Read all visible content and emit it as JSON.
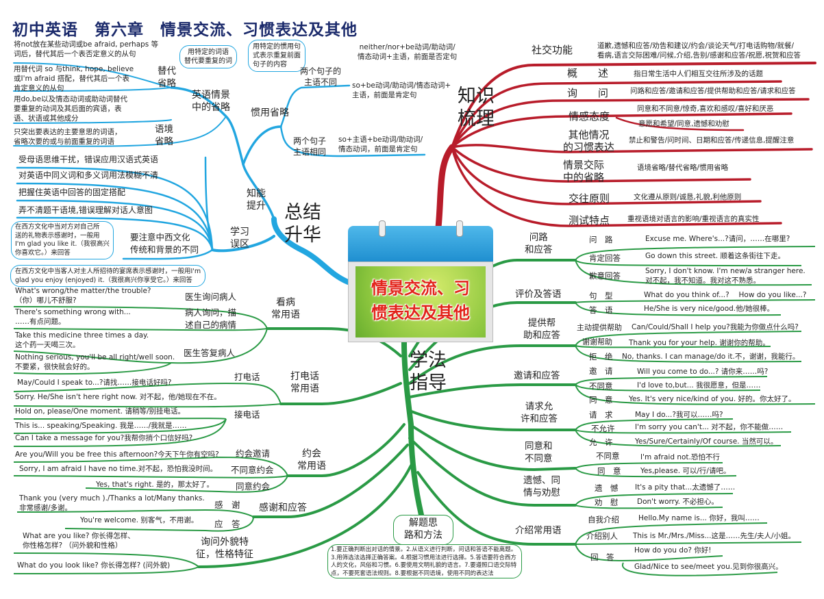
{
  "title": "初中英语　第六章　情景交流、习惯表达及其他",
  "center_card": {
    "title": "情景交流、习\n惯表达及其他"
  },
  "colors": {
    "knowledge": "#b81c2a",
    "methods": "#2a9a45",
    "summary": "#22a6e0",
    "title": "#1b2a6b"
  },
  "knowledge": {
    "label": "知识\n梳理",
    "items": [
      {
        "label": "社交功能",
        "text": [
          "道歉,遗憾和应答/劝告和建议/约会/谈论天气/打电话购物/就餐/\n看病,语言交际困难/问候,介绍,告别/感谢和应答/祝愿,祝贺和应答"
        ]
      },
      {
        "label": "概　　述",
        "text": [
          "指日常生活中人们相互交往所涉及的话题"
        ]
      },
      {
        "label": "询　　问",
        "text": [
          "问路和应答/邀请和应答/提供帮助和应答/请求和应答"
        ]
      },
      {
        "label": "情感态度",
        "text": [
          "同意和不同意/惊奇,喜欢和感叹/喜好和厌恶",
          "意愿和希望/同意,遗憾和劝慰"
        ]
      },
      {
        "label": "其他情况\n的习惯表达",
        "text": [
          "禁止和警告/问时间、日期和应答/传递信息,提醒注意"
        ]
      },
      {
        "label": "情景交际\n中的省略",
        "text": [
          "语境省略/替代省略/惯用省略"
        ]
      },
      {
        "label": "交往原则",
        "text": [
          "文化遵从原则/诚恳,礼貌,利他原则"
        ]
      },
      {
        "label": "测试特点",
        "text": [
          "重视语境对语言的影响/重视语言的真实性"
        ]
      }
    ]
  },
  "summary": {
    "label": "总结\n升华",
    "ability": {
      "label": "知能\n提升",
      "ellipsis": {
        "label": "英语情景\n中的省略",
        "substitution": {
          "label": "替代\n省略",
          "note": "用特定的词语\n替代要重复的词",
          "items": [
            "将not放在某些动词或be afraid, perhaps 等\n词后，替代其后一个表否定意义的从句",
            "用替代词 so 与think, hope, believe\n或I'm  afraid 搭配，替代其后一个表\n肯定意义的从句",
            "用do,be以及情态动词或助动词替代\n要重复的动词及其后面的宾语，表\n语、状语或其他成分"
          ]
        },
        "context": {
          "label": "语境\n省略",
          "items": [
            "只突出要表达的主要意思的词语，\n省略次要的或与前面重复的词语"
          ]
        },
        "idiomatic": {
          "label": "惯用省略",
          "note": "用特定的惯用句\n式表示重复前面\n句子的内容",
          "different_subject": {
            "label": "两个句子的\n主语不同",
            "items": [
              "neither/nor+be动词/助动词/\n情态动词+主语，前面是否定句",
              "so+be动词/助动词/情态动词+\n主语，前面是肯定句"
            ]
          },
          "same_subject": {
            "label": "两个句子\n主语相同",
            "items": [
              "so+主语+be动词/助动词/\n情态动词，前面是肯定句"
            ]
          }
        }
      }
    },
    "mistakes": {
      "label": "学习\n误区",
      "items": [
        "受母语思维干扰，错误应用汉语式英语",
        "对英语中同义词和多义词用法模糊不清",
        "把握住英语中回答的固定搭配",
        "弄不清题干语境,错误理解对话人意图"
      ],
      "culture": {
        "label": "要注意中西文化\n传统和背景的不同",
        "items": [
          "在西方文化中当对方对自己所\n送的礼物表示感谢时，一般用\nI'm glad you like it.（我很高兴\n你喜欢它。）来回答",
          "在西方文化中当客人对主人所招待的宴席表示感谢时，一般用I'm\nglad you enjoy (enjoyed) it.（我很高兴你享受它。）来回答"
        ]
      }
    }
  },
  "methods": {
    "label": "学法\n指导",
    "right": [
      {
        "label": "问路\n和应答",
        "rows": [
          {
            "k": "问　路",
            "v": "Excuse me. Where's...?请问，……在哪里?"
          },
          {
            "k": "肯定回答",
            "v": "Go down this street. 顺着这条街往下走。"
          },
          {
            "k": "歉意回答",
            "v": "Sorry, I don't know. I'm new/a stranger here.\n对不起，我不知道。我对这不熟悉。"
          }
        ]
      },
      {
        "label": "评价及答语",
        "rows": [
          {
            "k": "句　型",
            "v": "What do you think of...?　 How do you like...?"
          },
          {
            "k": "答　语",
            "v": "He/She is very nice/good.他/她很棒。"
          }
        ]
      },
      {
        "label": "提供帮\n助和应答",
        "rows": [
          {
            "k": "主动提供帮助",
            "v": "Can/Could/Shall I help you?我能为你做点什么吗?"
          },
          {
            "k": "谢谢帮助",
            "v": "Thank you for your help. 谢谢你的帮助。"
          },
          {
            "k": "拒　绝",
            "v": "No, thanks. I can manage/do it.不，谢谢，我能行。"
          }
        ]
      },
      {
        "label": "邀请和应答",
        "rows": [
          {
            "k": "邀　请",
            "v": "Will you come to do...? 请你来……吗?"
          },
          {
            "k": "不同意",
            "v": "I'd love to,but... 我很愿意，但是……"
          },
          {
            "k": "同　意",
            "v": "Yes. It's very nice/kind of you. 好的。你太好了。"
          }
        ]
      },
      {
        "label": "请求允\n许和应答",
        "rows": [
          {
            "k": "请　求",
            "v": "May I do...?我可以……吗?"
          },
          {
            "k": "不允许",
            "v": "I'm sorry you can't...  对不起，你不能做……"
          },
          {
            "k": "允　许",
            "v": "Yes/Sure/Certainly/Of course. 当然可以。"
          }
        ]
      },
      {
        "label": "同意和\n不同意",
        "rows": [
          {
            "k": "不同意",
            "v": "I'm afraid not.恐怕不行"
          },
          {
            "k": "同　意",
            "v": "Yes,please.  可以/行/请吧。"
          }
        ]
      },
      {
        "label": "遗憾、同\n情与劝慰",
        "rows": [
          {
            "k": "遗　憾",
            "v": "It's a pity that...太遗憾了……"
          },
          {
            "k": "劝　慰",
            "v": "Don't worry. 不必担心。"
          }
        ]
      },
      {
        "label": "介绍常用语",
        "rows": [
          {
            "k": "自我介绍",
            "v": "Hello.My name is... 你好，我叫……"
          },
          {
            "k": "介绍别人",
            "v": "This is Mr./Mrs./Miss...这是……先生/夫人/小姐。"
          },
          {
            "k": "回　答",
            "v": "How do you do? 你好!",
            "v2": "Glad/Nice to see/meet you.见到你很高兴。"
          }
        ]
      }
    ],
    "left": [
      {
        "label": "看病\n常用语",
        "subs": [
          {
            "k": "医生询问病人",
            "v": [
              "What's wrong/the matter/the trouble?\n（你）哪儿不舒服?"
            ]
          },
          {
            "k": "病人询问，描\n述自己的病情",
            "v": [
              "There's something wrong with...\n……有点问题。"
            ]
          },
          {
            "k": "医生答复病人",
            "v": [
              "Take this medicine three times a day.\n这个药一天喝三次。",
              "Nothing serious, you'll be all right/well soon.\n不要紧，很快就会好的。"
            ]
          }
        ]
      },
      {
        "label": "打电话\n常用语",
        "subs": [
          {
            "k": "打电话",
            "v": [
              "May/Could I speak to...?请找……接电话好吗?"
            ]
          },
          {
            "k": "接电话",
            "v": [
              "Sorry. He/She isn't here right now.  对不起，他/她现在不在。",
              "Hold on, please/One moment. 请稍等/别挂电话。",
              "This is... speaking/Speaking. 我是……/我就是……",
              "Can I take a message for you?我帮你捎个口信好吗?"
            ]
          }
        ]
      },
      {
        "label": "约会\n常用语",
        "subs": [
          {
            "k": "约会邀请",
            "v": [
              "Are you/Will you be free this afternoon?今天下午你有空吗?"
            ]
          },
          {
            "k": "不同意约会",
            "v": [
              "Sorry, I am afraid I have no time.对不起，恐怕我没时间。"
            ]
          },
          {
            "k": "同意约会",
            "v": [
              "Yes, that's right. 是的，那太好了。"
            ]
          }
        ]
      },
      {
        "label": "感谢和应答",
        "subs": [
          {
            "k": "感　谢",
            "v": [
              "Thank you (very much )./Thanks a lot/Many thanks.\n 非常感谢/多谢。"
            ]
          },
          {
            "k": "应　答",
            "v": [
              "You're welcome. 别客气，不用谢。"
            ]
          }
        ]
      },
      {
        "label": "询问外貌特\n征，性格特征",
        "subs": [
          {
            "k": "",
            "v": [
              "What are you like? 你长得怎样、\n你性格怎样? （问外貌和性格）",
              "What do you  look like?  你长得怎样? (问外貌)"
            ]
          }
        ]
      }
    ],
    "tips": {
      "label": "解题思\n路和方法",
      "text": "1.要正确判断出对话的情景。2.从语义进行判断，问话和答语不能离题。\n3.用筛选法选择正确答案。4.根据习惯用法进行选择。5.答语要符合西方\n人的文化，风俗和习惯。6.要使用文明礼貌的语言。7.要遵照口语交际特\n点，不要死套语法规则。8.要根据不同语境，使用不同的表达法"
    }
  }
}
